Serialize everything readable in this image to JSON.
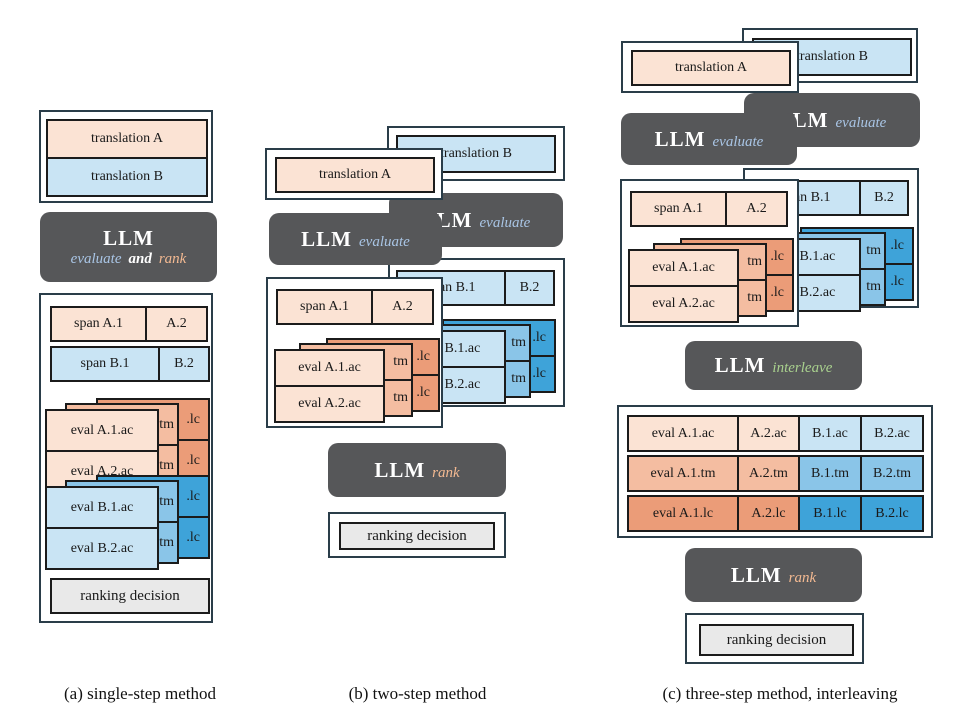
{
  "labels": {
    "translation_a": "translation A",
    "translation_b": "translation B",
    "llm": "LLM",
    "evaluate": "evaluate",
    "and": "and",
    "rank": "rank",
    "interleave": "interleave",
    "ranking_decision": "ranking decision",
    "span_a1": "span A.1",
    "span_a2": "A.2",
    "span_b1": "span B.1",
    "span_b2": "B.2",
    "eval_a1_ac": "eval A.1.ac",
    "eval_a2_ac": "eval A.2.ac",
    "eval_b1_ac": "eval B.1.ac",
    "eval_b2_ac": "eval B.2.ac",
    "edge_tm": "tm",
    "edge_lc": ".lc"
  },
  "table": {
    "rows": [
      [
        "eval A.1.ac",
        "A.2.ac",
        "B.1.ac",
        "B.2.ac"
      ],
      [
        "eval A.1.tm",
        "A.2.tm",
        "B.1.tm",
        "B.2.tm"
      ],
      [
        "eval A.1.lc",
        "A.2.lc",
        "B.1.lc",
        "B.2.lc"
      ]
    ]
  },
  "captions": {
    "a": "(a) single-step method",
    "b": "(b) two-step method",
    "c": "(c) three-step method, interleaving"
  },
  "colors": {
    "peach_light": "#fbe3d4",
    "peach_mid": "#f4bda1",
    "peach_dark": "#eb9c78",
    "blue_light": "#c9e4f4",
    "blue_mid": "#8ac5e8",
    "blue_dark": "#3ea3d9",
    "llm_box": "#565759",
    "evaluate_text": "#a9c5e5",
    "rank_text": "#f4ba92",
    "interleave_text": "#a9d18e",
    "frame_border": "#2a3d49",
    "decision_bg": "#e9e9e9"
  }
}
